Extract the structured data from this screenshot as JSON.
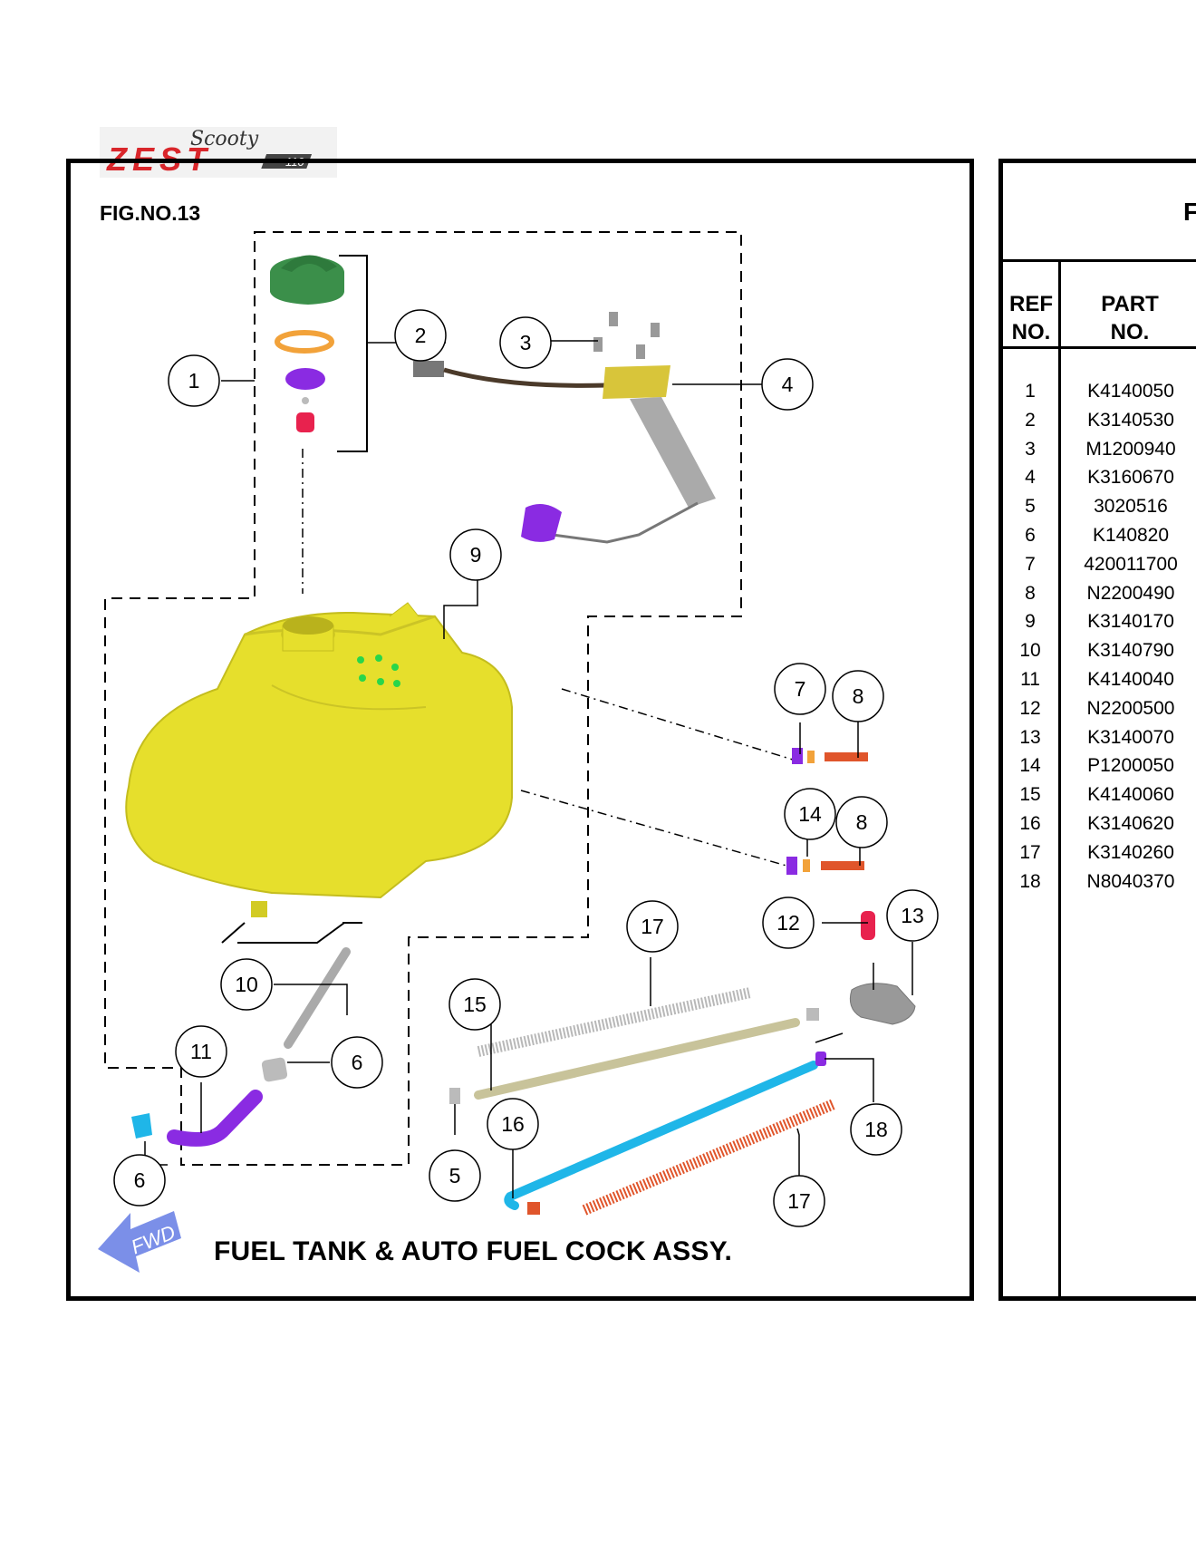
{
  "logo": {
    "text_script": "Scooty",
    "text_main": "ZEST",
    "text_badge": "110"
  },
  "figure": {
    "fig_no": "FIG.NO.13",
    "caption": "FUEL TANK & AUTO FUEL COCK ASSY.",
    "fwd_label": "FWD"
  },
  "callouts": [
    "1",
    "2",
    "3",
    "4",
    "9",
    "7",
    "8",
    "14",
    "8",
    "17",
    "12",
    "13",
    "10",
    "15",
    "6",
    "11",
    "6",
    "16",
    "18",
    "5",
    "6",
    "17"
  ],
  "table": {
    "title": "F",
    "header_ref_1": "REF",
    "header_ref_2": "NO.",
    "header_part_1": "PART",
    "header_part_2": "NO.",
    "rows": [
      {
        "ref": "1",
        "part": "K4140050"
      },
      {
        "ref": "2",
        "part": "K3140530"
      },
      {
        "ref": "3",
        "part": "M1200940"
      },
      {
        "ref": "4",
        "part": "K3160670"
      },
      {
        "ref": "5",
        "part": "3020516"
      },
      {
        "ref": "6",
        "part": "K140820"
      },
      {
        "ref": "7",
        "part": "420011700"
      },
      {
        "ref": "8",
        "part": "N2200490"
      },
      {
        "ref": "9",
        "part": "K3140170"
      },
      {
        "ref": "10",
        "part": "K3140790"
      },
      {
        "ref": "11",
        "part": "K4140040"
      },
      {
        "ref": "12",
        "part": "N2200500"
      },
      {
        "ref": "13",
        "part": "K3140070"
      },
      {
        "ref": "14",
        "part": "P1200050"
      },
      {
        "ref": "15",
        "part": "K4140060"
      },
      {
        "ref": "16",
        "part": "K3140620"
      },
      {
        "ref": "17",
        "part": "K3140260"
      },
      {
        "ref": "18",
        "part": "N8040370"
      }
    ]
  },
  "colors": {
    "tank": "#e6df2c",
    "cap": "#3b8f4a",
    "purple": "#8a2be2",
    "cyan": "#1fb6e8",
    "orange": "#e0552b",
    "pink": "#e8224e",
    "fwd_arrow": "#7b8fe8"
  }
}
